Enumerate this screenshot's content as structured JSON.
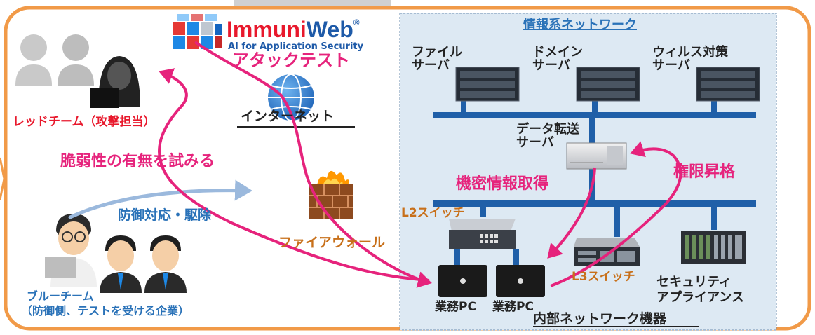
{
  "colors": {
    "frame": "#f19a48",
    "internal_bg": "#dde9f3",
    "network_line": "#1f5fa8",
    "attack_arrow": "#e6237c",
    "defense_arrow": "#9bb9dd",
    "red_text": "#e8182c",
    "pink_text": "#e6237c",
    "blue_text": "#2a72b8",
    "orange_text": "#c8701a"
  },
  "logo": {
    "brand_immuni": "Immuni",
    "brand_web": "Web",
    "registered": "®",
    "tagline": "AI for Application Security"
  },
  "labels": {
    "attack_test": "アタックテスト",
    "internet": "インターネット",
    "red_team": "レッドチーム（攻撃担当）",
    "probe_vuln": "脆弱性の有無を試みる",
    "defense": "防御対応・駆除",
    "firewall": "ファイアウォール",
    "blue_team_line1": "ブルーチーム",
    "blue_team_line2": "（防御側、テストを受ける企業）",
    "info_network": "情報系ネットワーク",
    "file_server": "ファイル\nサーバ",
    "domain_server": "ドメイン\nサーバ",
    "antivirus_server": "ウィルス対策\nサーバ",
    "data_transfer_server": "データ転送\nサーバ",
    "confidential": "機密情報取得",
    "privilege": "権限昇格",
    "l2_switch": "L2スイッチ",
    "l3_switch": "L3スイッチ",
    "security_appliance": "セキュリティ\nアプライアンス",
    "business_pc_1": "業務PC",
    "business_pc_2": "業務PC",
    "internal_devices": "内部ネットワーク機器"
  }
}
